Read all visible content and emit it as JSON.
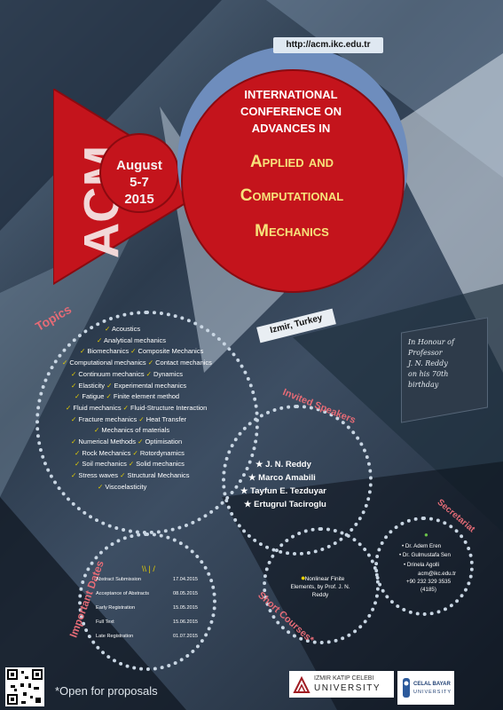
{
  "url": "http://acm.ikc.edu.tr",
  "acm": "ACM",
  "date": {
    "month": "August",
    "days": "5-7",
    "year": "2015"
  },
  "title": {
    "line1": "INTERNATIONAL",
    "line2": "CONFERENCE ON",
    "line3": "ADVANCES IN",
    "line4": "Applied and",
    "line5": "Computational",
    "line6": "Mechanics"
  },
  "location": "Izmir, Turkey",
  "honour": [
    "In Honour of",
    "Professor",
    "J. N. Reddy",
    "on his 70th",
    "birthday"
  ],
  "topics": {
    "heading": "Topics",
    "lines": [
      [
        "Acoustics"
      ],
      [
        "Analytical mechanics"
      ],
      [
        "Biomechanics",
        "Composite Mechanics"
      ],
      [
        "Computational mechanics",
        "Contact mechanics"
      ],
      [
        "Continuum mechanics",
        "Dynamics"
      ],
      [
        "Elasticity",
        "Experimental mechanics"
      ],
      [
        "Fatigue",
        "Finite element method"
      ],
      [
        "Fluid mechanics",
        "Fluid-Structure Interaction"
      ],
      [
        "Fracture mechanics",
        "Heat Transfer"
      ],
      [
        "Mechanics of materials"
      ],
      [
        "Numerical Methods",
        "Optimisation"
      ],
      [
        "Rock Mechanics",
        "Rotordynamics"
      ],
      [
        "Soil mechanics",
        "Solid mechanics"
      ],
      [
        "Stress waves",
        "Structural Mechanics"
      ],
      [
        "Viscoelasticity"
      ]
    ]
  },
  "speakers": {
    "heading": "Invited Speakers",
    "names": [
      "J. N. Reddy",
      "Marco Amabili",
      "Tayfun E. Tezduyar",
      "Ertugrul Taciroglu"
    ]
  },
  "dates": {
    "heading": "Important Dates",
    "rows": [
      {
        "label": "Abstract Submission",
        "date": "17.04.2015"
      },
      {
        "label": "Acceptance of Abstracts",
        "date": "08.05.2015"
      },
      {
        "label": "Early Registration",
        "date": "15.05.2015"
      },
      {
        "label": "Full Text",
        "date": "15.06.2015"
      },
      {
        "label": "Late Registration",
        "date": "01.07.2015"
      }
    ]
  },
  "courses": {
    "heading": "Short Courses*",
    "text": [
      "Nonlinear Finite",
      "Elements, by Prof. J. N.",
      "Reddy"
    ]
  },
  "secretariat": {
    "heading": "Secretariat",
    "lines": [
      "Dr. Adem Eren",
      "Dr. Gulmustafa Sen",
      "Drinela Agolli",
      "acm@ikc.edu.tr",
      "+90 232 329 3535",
      "(4185)"
    ]
  },
  "footnote": "*Open for proposals",
  "logos": {
    "ikcu1": "IZMIR KATIP CELEBI",
    "ikcu2": "UNIVERSITY",
    "cbu1": "CELAL BAYAR",
    "cbu2": "UNIVERSITY"
  },
  "colors": {
    "red": "#c4141c",
    "blue": "#3c6fb0",
    "yellow": "#e8d000"
  }
}
